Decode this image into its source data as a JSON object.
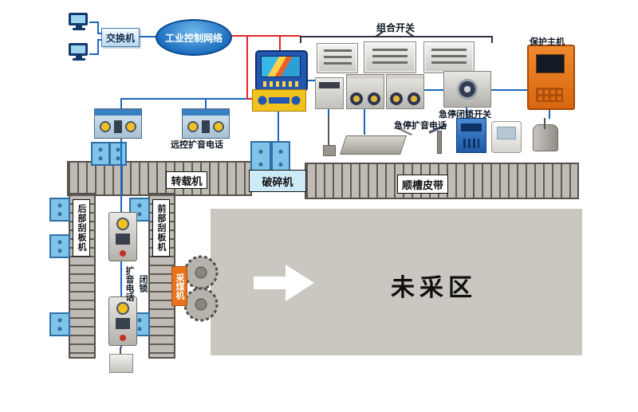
{
  "labels": {
    "network": "工业控制网络",
    "switch": "交换机",
    "combo_switch": "组合开关",
    "protection_host": "保护主机",
    "emergency_interlock_switch": "急停闭锁开关",
    "emergency_phone": "急停扩音电话",
    "remote_phone": "远控扩音电话",
    "transfer_machine": "转载机",
    "crusher": "破碎机",
    "trunk_belt": "顺槽皮带",
    "rear_scraper": "后部刮板机",
    "front_scraper": "前部刮板机",
    "interlock_phone_line1": "闭锁",
    "interlock_phone_line2": "扩音电话",
    "shearer": "采煤机",
    "unmined_area": "未采区"
  },
  "icons": {
    "computer": "computer-icon (CSS monitor shape)",
    "arrow": "arrow-right-icon (SVG polygon)",
    "saw": "saw-blade-icon (SVG toothed circles)"
  },
  "colors": {
    "wire_blue": "#1b66c0",
    "wire_red": "#e3262a",
    "network_blue": "#1e6fc0",
    "device_blue": "#7fc3e8",
    "accent_orange": "#e8731c",
    "accent_yellow": "#f2c31c",
    "belt_gray": "#c0bbb4",
    "unmined_gray": "#cac7c1"
  }
}
